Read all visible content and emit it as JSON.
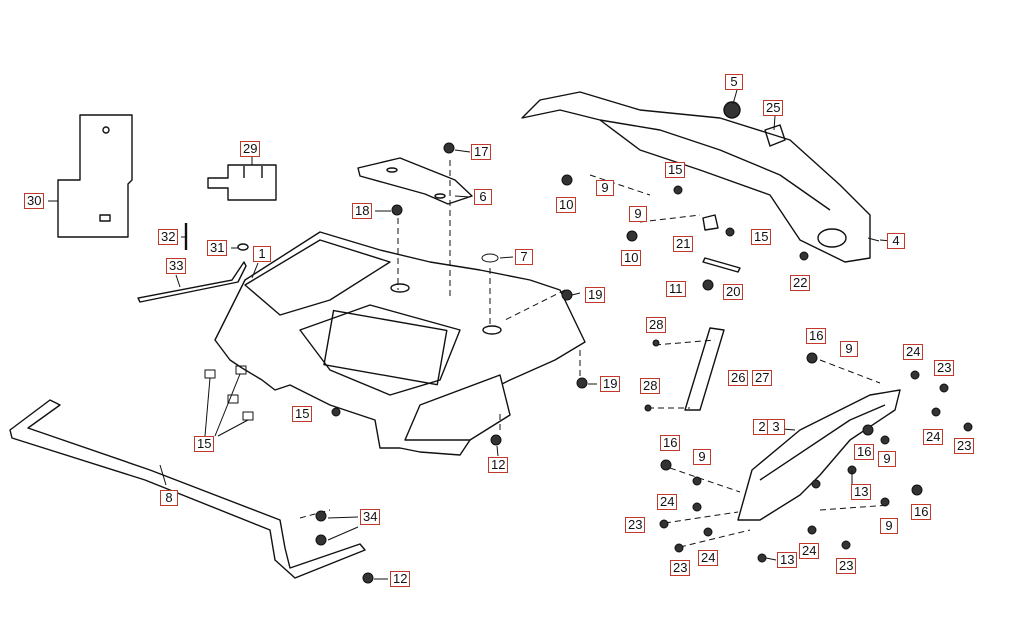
{
  "diagram": {
    "title": "",
    "part_labels": [
      "1",
      "2",
      "3",
      "4",
      "5",
      "6",
      "7",
      "8",
      "9",
      "10",
      "11",
      "12",
      "13",
      "15",
      "16",
      "17",
      "18",
      "19",
      "20",
      "21",
      "22",
      "23",
      "24",
      "25",
      "26",
      "27",
      "28",
      "29",
      "30",
      "31",
      "32",
      "33",
      "34"
    ]
  },
  "callouts": [
    {
      "id": "c-5",
      "text": "5"
    },
    {
      "id": "c-25",
      "text": "25"
    },
    {
      "id": "c-29",
      "text": "29"
    },
    {
      "id": "c-17",
      "text": "17"
    },
    {
      "id": "c-15a",
      "text": "15"
    },
    {
      "id": "c-9a",
      "text": "9"
    },
    {
      "id": "c-10a",
      "text": "10"
    },
    {
      "id": "c-6",
      "text": "6"
    },
    {
      "id": "c-30",
      "text": "30"
    },
    {
      "id": "c-18",
      "text": "18"
    },
    {
      "id": "c-9b",
      "text": "9"
    },
    {
      "id": "c-21",
      "text": "21"
    },
    {
      "id": "c-15b",
      "text": "15"
    },
    {
      "id": "c-4",
      "text": "4"
    },
    {
      "id": "c-32",
      "text": "32"
    },
    {
      "id": "c-31",
      "text": "31"
    },
    {
      "id": "c-1",
      "text": "1"
    },
    {
      "id": "c-7",
      "text": "7"
    },
    {
      "id": "c-10b",
      "text": "10"
    },
    {
      "id": "c-33",
      "text": "33"
    },
    {
      "id": "c-11",
      "text": "11"
    },
    {
      "id": "c-20",
      "text": "20"
    },
    {
      "id": "c-22",
      "text": "22"
    },
    {
      "id": "c-19a",
      "text": "19"
    },
    {
      "id": "c-28a",
      "text": "28"
    },
    {
      "id": "c-16a",
      "text": "16"
    },
    {
      "id": "c-9c",
      "text": "9"
    },
    {
      "id": "c-24a",
      "text": "24"
    },
    {
      "id": "c-26",
      "text": "26"
    },
    {
      "id": "c-27",
      "text": "27"
    },
    {
      "id": "c-23a",
      "text": "23"
    },
    {
      "id": "c-19b",
      "text": "19"
    },
    {
      "id": "c-28b",
      "text": "28"
    },
    {
      "id": "c-15c",
      "text": "15"
    },
    {
      "id": "c-2",
      "text": "2"
    },
    {
      "id": "c-3",
      "text": "3"
    },
    {
      "id": "c-24b",
      "text": "24"
    },
    {
      "id": "c-23b",
      "text": "23"
    },
    {
      "id": "c-15d",
      "text": "15"
    },
    {
      "id": "c-16b",
      "text": "16"
    },
    {
      "id": "c-9d",
      "text": "9"
    },
    {
      "id": "c-16c",
      "text": "16"
    },
    {
      "id": "c-9e",
      "text": "9"
    },
    {
      "id": "c-12a",
      "text": "12"
    },
    {
      "id": "c-13a",
      "text": "13"
    },
    {
      "id": "c-8",
      "text": "8"
    },
    {
      "id": "c-24c",
      "text": "24"
    },
    {
      "id": "c-9f",
      "text": "9"
    },
    {
      "id": "c-16d",
      "text": "16"
    },
    {
      "id": "c-34",
      "text": "34"
    },
    {
      "id": "c-23c",
      "text": "23"
    },
    {
      "id": "c-23d",
      "text": "23"
    },
    {
      "id": "c-24d",
      "text": "24"
    },
    {
      "id": "c-24e",
      "text": "24"
    },
    {
      "id": "c-13b",
      "text": "13"
    },
    {
      "id": "c-23e",
      "text": "23"
    },
    {
      "id": "c-12b",
      "text": "12"
    }
  ]
}
